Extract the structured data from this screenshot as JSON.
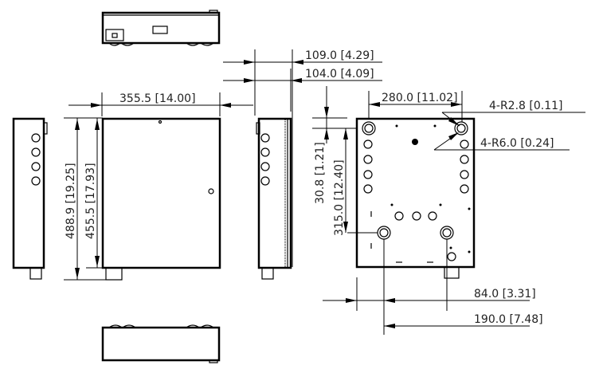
{
  "drawing": {
    "dimensions": {
      "depth_total": "109.0 [4.29]",
      "depth_body": "104.0 [4.09]",
      "width": "355.5 [14.00]",
      "height_total": "488.9 [19.25]",
      "height_body": "455.5 [17.93]",
      "hole_spacing_x": "280.0 [11.02]",
      "hole_small_radius": "4-R2.8 [0.11]",
      "hole_large_radius": "4-R6.0 [0.24]",
      "hole_offset_top": "30.8 [1.21]",
      "hole_spacing_y": "315.0 [12.40]",
      "hole_offset_left": "84.0 [3.31]",
      "hole_offset_left2": "190.0 [7.48]"
    }
  }
}
